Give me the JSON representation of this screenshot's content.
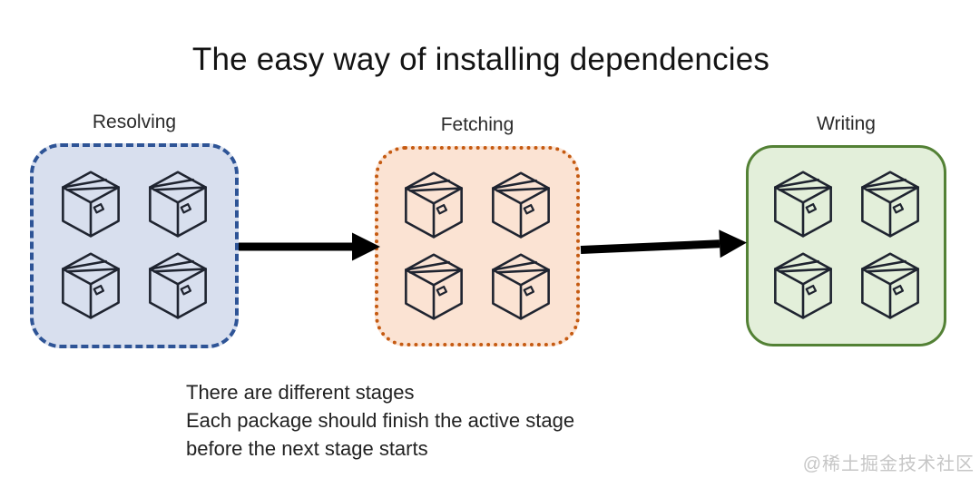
{
  "title": "The easy way of installing dependencies",
  "stages": [
    {
      "label": "Resolving",
      "border_style": "dashed",
      "border_color": "#2e5496",
      "fill_color": "#d8dfee",
      "package_count": 4
    },
    {
      "label": "Fetching",
      "border_style": "dotted",
      "border_color": "#c55a11",
      "fill_color": "#fbe3d3",
      "package_count": 4
    },
    {
      "label": "Writing",
      "border_style": "solid",
      "border_color": "#538135",
      "fill_color": "#e3efda",
      "package_count": 4
    }
  ],
  "arrows": [
    {
      "from": "Resolving",
      "to": "Fetching",
      "color": "#000000"
    },
    {
      "from": "Fetching",
      "to": "Writing",
      "color": "#000000"
    }
  ],
  "notes": {
    "lines": [
      "There are different stages",
      "Each package should finish the active stage",
      "before the next stage starts"
    ]
  },
  "watermark": "@稀土掘金技术社区",
  "colors": {
    "title_text": "#141414",
    "body_text": "#222222",
    "watermark_text": "#c6c6c6",
    "package_stroke": "#1f2430",
    "arrow": "#000000"
  }
}
